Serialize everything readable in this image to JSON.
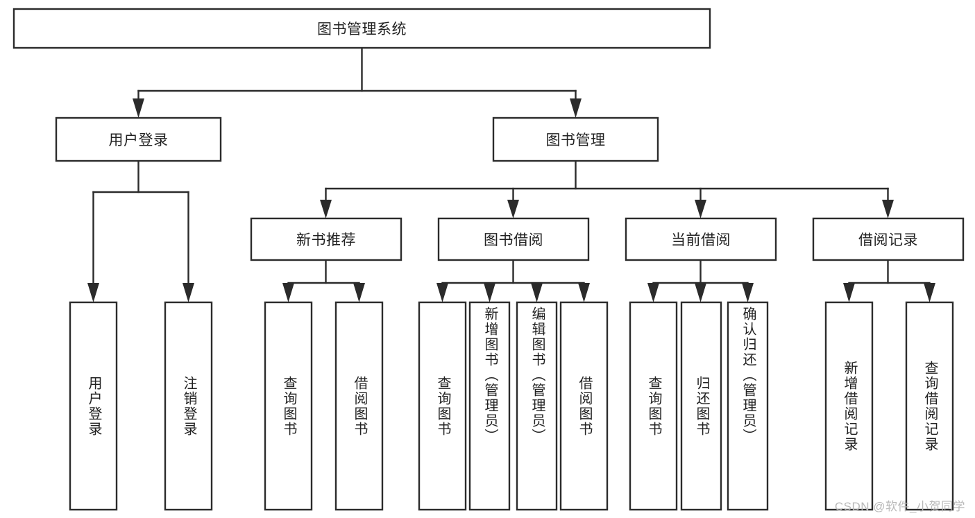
{
  "diagram": {
    "type": "tree-hierarchy",
    "title": "图书管理系统",
    "watermark": "CSDN @软件_小贺同学",
    "colors": {
      "stroke": "#2b2b2b",
      "fill": "#ffffff",
      "text": "#222222",
      "watermark": "#b9b9b9"
    },
    "levels": {
      "root": {
        "label": "图书管理系统"
      },
      "level2": [
        {
          "id": "user-login",
          "label": "用户登录"
        },
        {
          "id": "book-management",
          "label": "图书管理"
        }
      ],
      "level3": [
        {
          "id": "new-book-recommend",
          "label": "新书推荐",
          "parent": "book-management"
        },
        {
          "id": "book-borrow",
          "label": "图书借阅",
          "parent": "book-management"
        },
        {
          "id": "current-borrow",
          "label": "当前借阅",
          "parent": "book-management"
        },
        {
          "id": "borrow-record",
          "label": "借阅记录",
          "parent": "book-management"
        }
      ],
      "leaves": [
        {
          "id": "leaf-user-login",
          "label": "用户登录",
          "parent": "user-login"
        },
        {
          "id": "leaf-logout-login",
          "label": "注销登录",
          "parent": "user-login"
        },
        {
          "id": "leaf-query-book-1",
          "label": "查询图书",
          "parent": "new-book-recommend"
        },
        {
          "id": "leaf-borrow-book-1",
          "label": "借阅图书",
          "parent": "new-book-recommend"
        },
        {
          "id": "leaf-query-book-2",
          "label": "查询图书",
          "parent": "book-borrow"
        },
        {
          "id": "leaf-add-book",
          "label": "新增图书（管理员）",
          "parent": "book-borrow"
        },
        {
          "id": "leaf-edit-book",
          "label": "编辑图书（管理员）",
          "parent": "book-borrow"
        },
        {
          "id": "leaf-borrow-book-2",
          "label": "借阅图书",
          "parent": "book-borrow"
        },
        {
          "id": "leaf-query-book-3",
          "label": "查询图书",
          "parent": "current-borrow"
        },
        {
          "id": "leaf-return-book",
          "label": "归还图书",
          "parent": "current-borrow"
        },
        {
          "id": "leaf-confirm-return",
          "label": "确认归还（管理员）",
          "parent": "current-borrow"
        },
        {
          "id": "leaf-add-record",
          "label": "新增借阅记录",
          "parent": "borrow-record"
        },
        {
          "id": "leaf-query-record",
          "label": "查询借阅记录",
          "parent": "borrow-record"
        }
      ]
    }
  }
}
